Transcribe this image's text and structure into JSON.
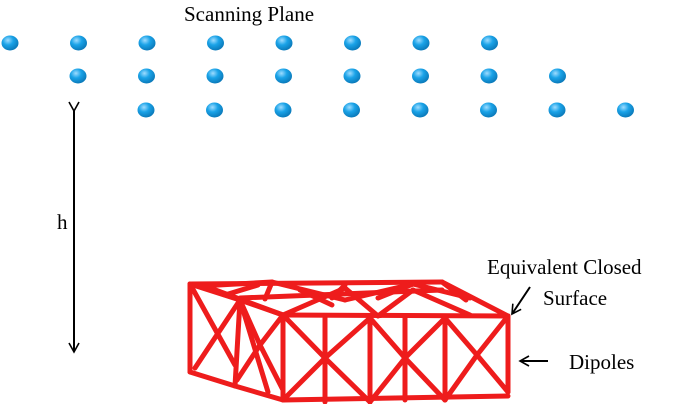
{
  "labels": {
    "scanning_plane": "Scanning Plane",
    "height": "h",
    "surface_line1": "Equivalent Closed",
    "surface_line2": "Surface",
    "dipoles": "Dipoles"
  },
  "colors": {
    "probe_dot": "#1aa3e8",
    "dipole_segment": "#ee1c1c",
    "text": "#000000"
  },
  "scanning_grid": {
    "rows": 3,
    "points_per_row": [
      8,
      8,
      8
    ]
  }
}
